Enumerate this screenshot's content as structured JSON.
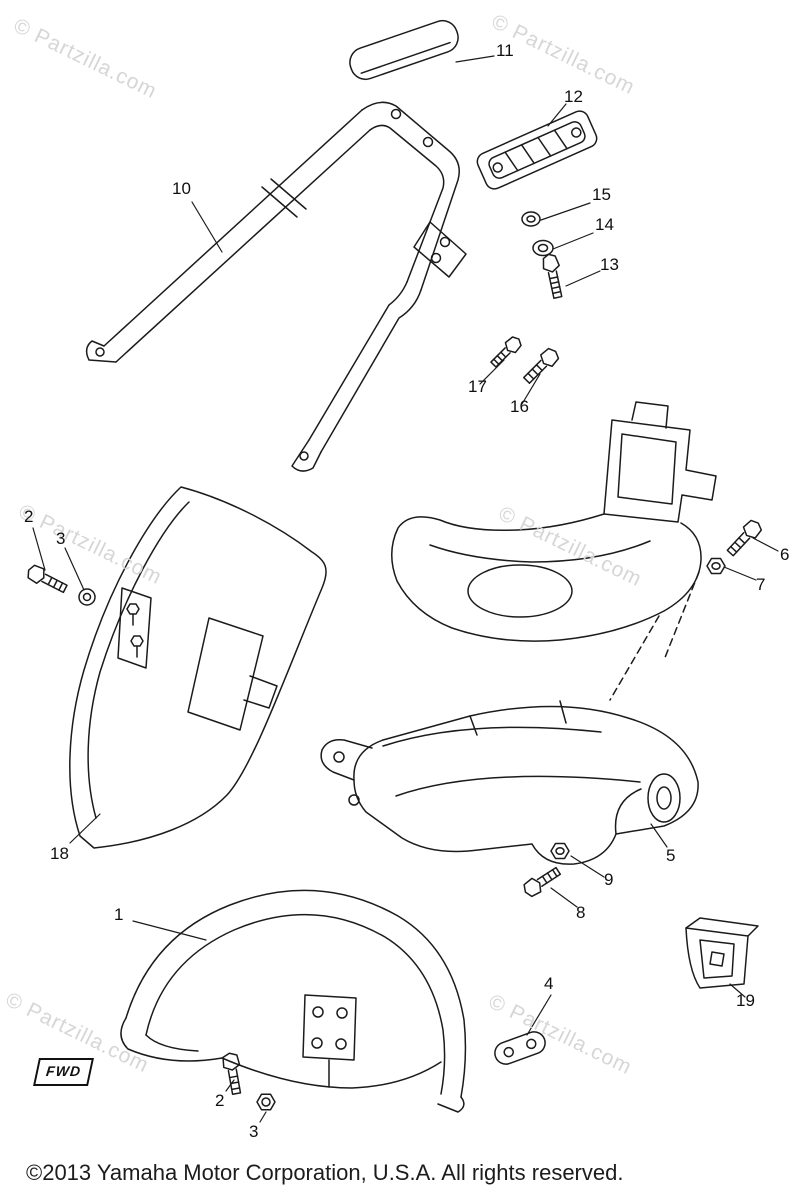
{
  "page": {
    "background": "#ffffff",
    "line_color": "#1b1b1b"
  },
  "watermark": {
    "text": "© Partzilla.com",
    "color": "#d6d6d6"
  },
  "footer": {
    "copyright": "©2013  Yamaha Motor Corporation, U.S.A. All rights reserved."
  },
  "fwd_label": "FWD",
  "callouts": [
    {
      "label": "11"
    },
    {
      "label": "12"
    },
    {
      "label": "15"
    },
    {
      "label": "14"
    },
    {
      "label": "13"
    },
    {
      "label": "10"
    },
    {
      "label": "17"
    },
    {
      "label": "16"
    },
    {
      "label": "6"
    },
    {
      "label": "7"
    },
    {
      "label": "2"
    },
    {
      "label": "3"
    },
    {
      "label": "18"
    },
    {
      "label": "5"
    },
    {
      "label": "9"
    },
    {
      "label": "8"
    },
    {
      "label": "1"
    },
    {
      "label": "4"
    },
    {
      "label": "19"
    },
    {
      "label": "2"
    },
    {
      "label": "3"
    }
  ]
}
